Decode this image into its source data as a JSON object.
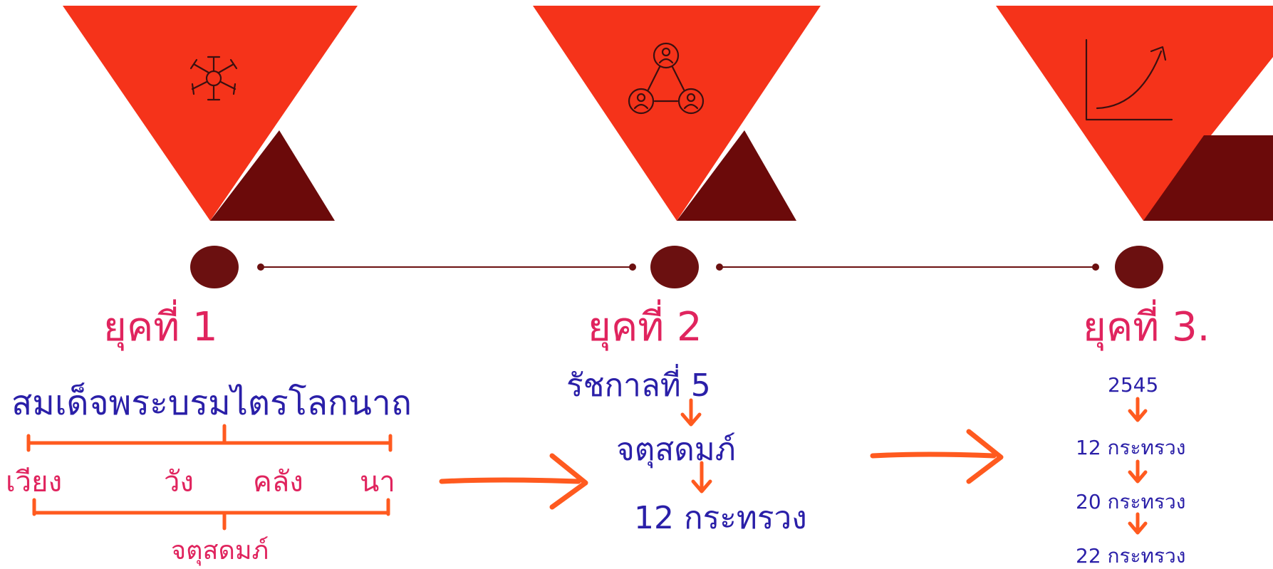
{
  "colors": {
    "funnel": "#f5331a",
    "funnel_dark": "#6b0a0a",
    "timeline": "#6b1010",
    "era_label": "#e0245e",
    "ink_blue": "#2a1fa8",
    "ink_pink": "#e0245e",
    "arrow_orange": "#ff5a1f"
  },
  "icons": [
    "hands-together-icon",
    "team-network-icon",
    "growth-chart-icon"
  ],
  "era1": {
    "label": "ยุคที่ 1",
    "title": "สมเด็จพระบรมไตรโลกนาถ",
    "branches": [
      "เวียง",
      "วัง",
      "คลัง",
      "นา"
    ],
    "bottom": "จตุสดมภ์"
  },
  "era2": {
    "label": "ยุคที่ 2",
    "line1": "รัชกาลที่ 5",
    "line2": "จตุสดมภ์",
    "line3": "12 กระทรวง"
  },
  "era3": {
    "label": "ยุคที่ 3.",
    "year": "2545",
    "steps": [
      "12 กระทรวง",
      "20 กระทรวง",
      "22 กระทรวง"
    ]
  }
}
